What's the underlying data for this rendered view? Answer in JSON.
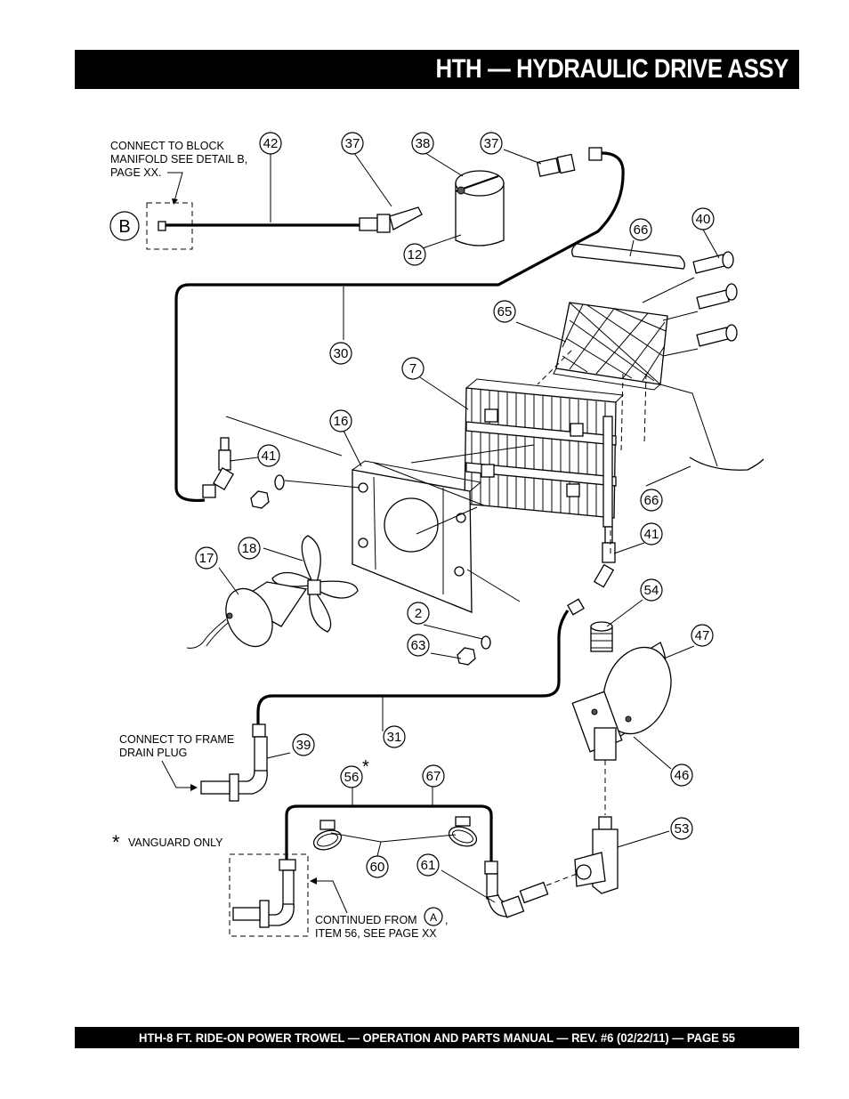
{
  "header": {
    "title": "HTH — HYDRAULIC DRIVE ASSY"
  },
  "footer": {
    "text": "HTH-8 FT.   RIDE-ON POWER TROWEL — OPERATION AND PARTS MANUAL — REV. #6 (02/22/11) — PAGE 55"
  },
  "notes": {
    "block_manifold": [
      "CONNECT TO BLOCK",
      "MANIFOLD SEE DETAIL B,",
      "PAGE XX."
    ],
    "frame_drain": [
      "CONNECT TO FRAME",
      "DRAIN PLUG"
    ],
    "vanguard": "VANGUARD ONLY",
    "vanguard_star": "*",
    "continued": [
      "CONTINUED FROM",
      ",",
      "ITEM 56, SEE PAGE XX"
    ],
    "detail_b": "B",
    "detail_a": "A",
    "asterisk_56": "*"
  },
  "callouts": {
    "c42": "42",
    "c37a": "37",
    "c38": "38",
    "c37b": "37",
    "c12": "12",
    "c66a": "66",
    "c40": "40",
    "c65": "65",
    "c30": "30",
    "c7": "7",
    "c16": "16",
    "c41a": "41",
    "c66b": "66",
    "c41b": "41",
    "c18": "18",
    "c17": "17",
    "c54": "54",
    "c47": "47",
    "c2": "2",
    "c63": "63",
    "c31": "31",
    "c39": "39",
    "c46": "46",
    "c56": "56",
    "c67": "67",
    "c53": "53",
    "c60": "60",
    "c61": "61"
  }
}
